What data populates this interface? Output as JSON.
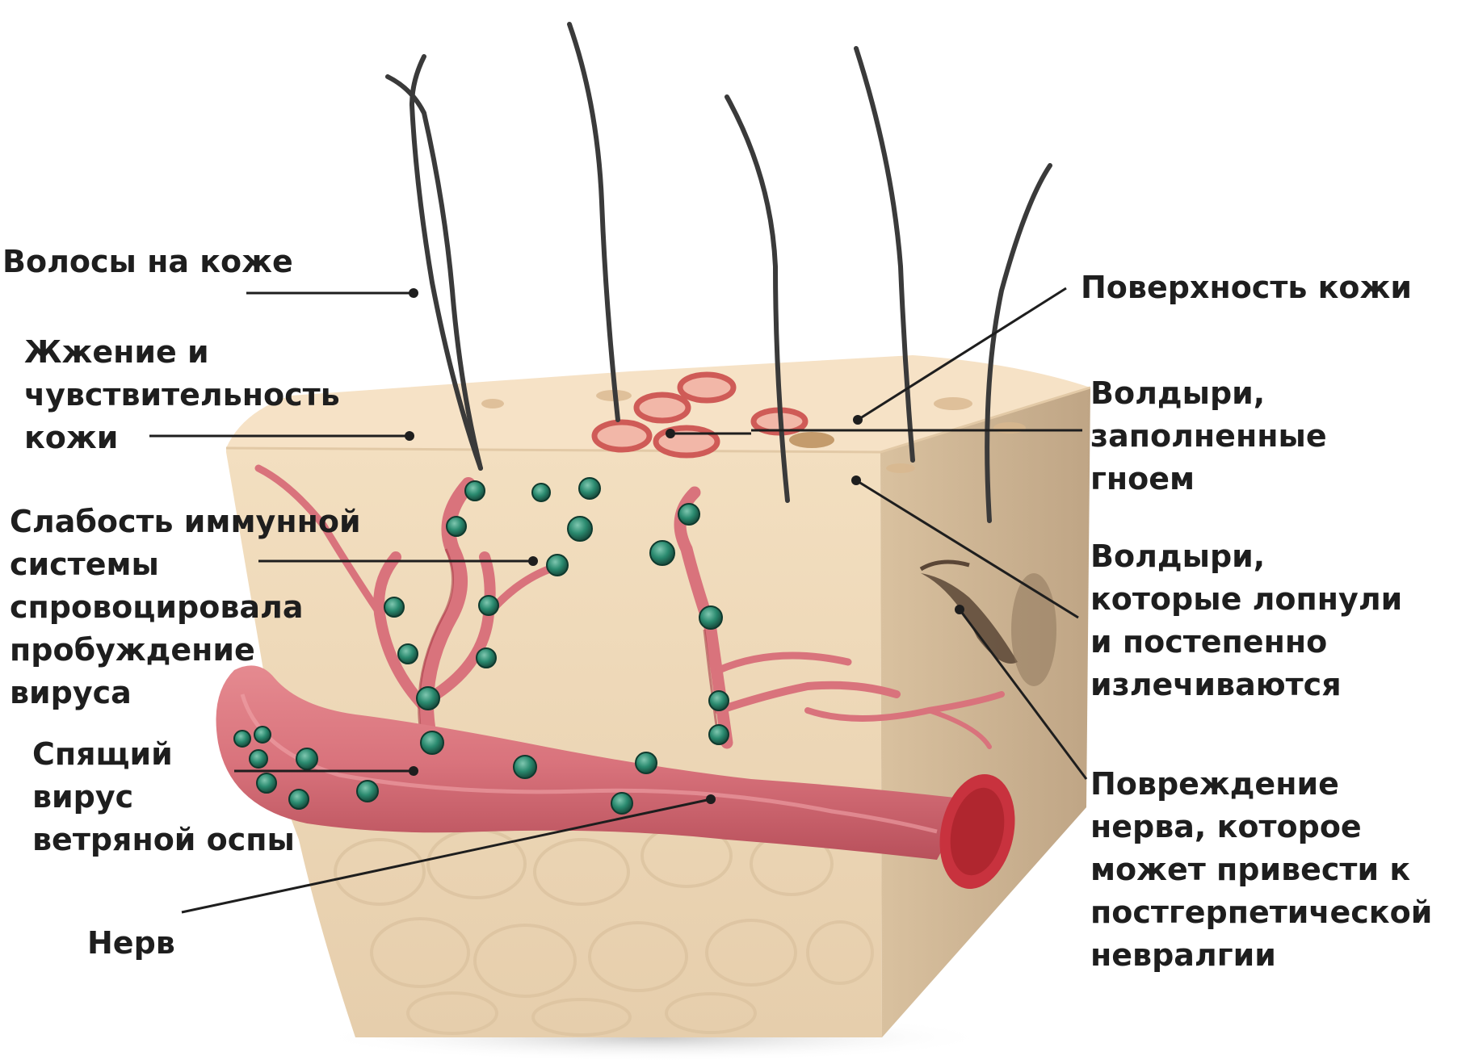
{
  "labels": {
    "hair": [
      "Волосы на коже"
    ],
    "burning": [
      "Жжение и",
      "чувствительность",
      "кожи"
    ],
    "immunity": [
      "Слабость иммунной",
      "системы",
      "спровоцировала",
      "пробуждение",
      "вируса"
    ],
    "dormant_virus": [
      "Спящий",
      "вирус",
      "ветряной оспы"
    ],
    "nerve": [
      "Нерв"
    ],
    "skin_surface": [
      "Поверхность кожи"
    ],
    "pus_blisters": [
      "Волдыри,",
      "заполненные",
      "гноем"
    ],
    "healing_blisters": [
      "Волдыри,",
      "которые лопнули",
      "и постепенно",
      "излечиваются"
    ],
    "nerve_damage": [
      "Повреждение",
      "нерва, которое",
      "может привести к",
      "постгерпетической",
      "невралгии"
    ]
  },
  "colors": {
    "skin_top": "#f6e2c6",
    "skin_front": "#eed7b5",
    "skin_side": "#cdb594",
    "nerve": "#d9737c",
    "nerve_dark": "#a83a46",
    "nerve_cut": "#c8323e",
    "virus": "#1f7a62",
    "blister": "#d45a55",
    "hair": "#3a3a3a",
    "text": "#1e1e1e"
  }
}
